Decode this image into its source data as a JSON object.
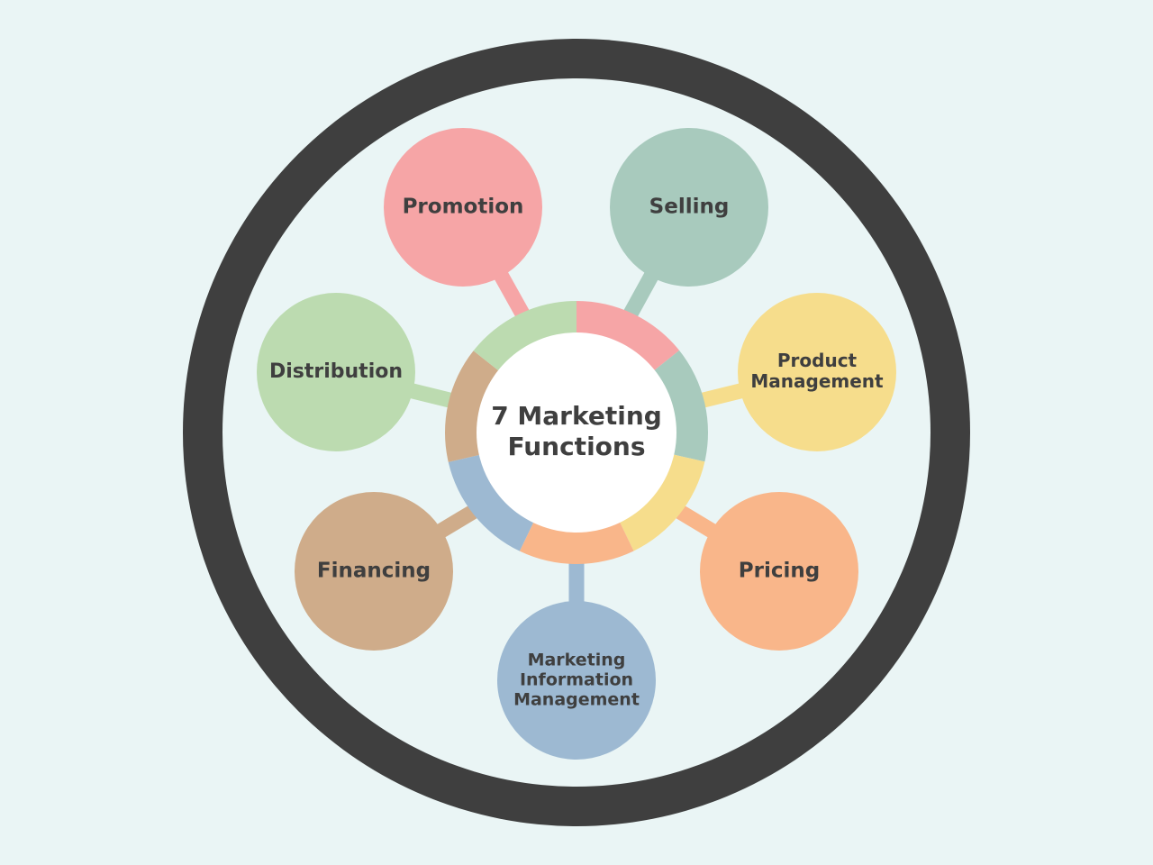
{
  "diagram": {
    "center_title": [
      "7 Marketing",
      "Functions"
    ],
    "colors": {
      "background": "#eaf5f5",
      "outer_ring": "#3f3f3f",
      "inner_fill": "#eaf5f5",
      "center_fill": "#ffffff",
      "text": "#3f3f3f"
    },
    "functions": [
      {
        "id": "promotion",
        "label": [
          "Promotion"
        ],
        "color": "#f6a5a6"
      },
      {
        "id": "selling",
        "label": [
          "Selling"
        ],
        "color": "#a8cabd"
      },
      {
        "id": "product-management",
        "label": [
          "Product",
          "Management"
        ],
        "color": "#f6dd8c"
      },
      {
        "id": "pricing",
        "label": [
          "Pricing"
        ],
        "color": "#f9b68a"
      },
      {
        "id": "marketing-information-management",
        "label": [
          "Marketing",
          "Information",
          "Management"
        ],
        "color": "#9db9d2"
      },
      {
        "id": "financing",
        "label": [
          "Financing"
        ],
        "color": "#cfac8a"
      },
      {
        "id": "distribution",
        "label": [
          "Distribution"
        ],
        "color": "#bcdbb0"
      }
    ]
  }
}
